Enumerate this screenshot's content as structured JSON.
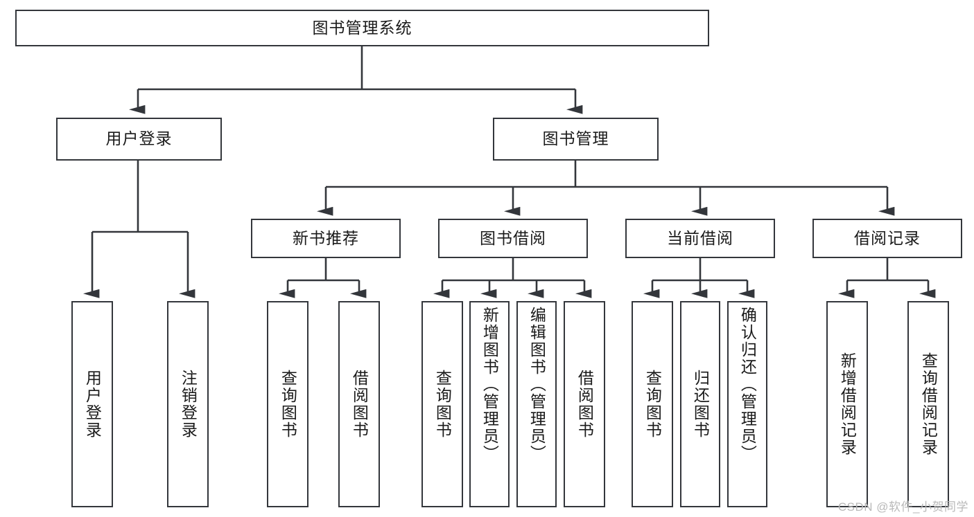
{
  "diagram": {
    "title": "图书管理系统",
    "type": "hierarchy-tree",
    "root": {
      "id": "root",
      "label": "图书管理系统"
    },
    "level2": [
      {
        "id": "user-login",
        "label": "用户登录"
      },
      {
        "id": "book-management",
        "label": "图书管理"
      }
    ],
    "level3": [
      {
        "id": "new-book-recommend",
        "label": "新书推荐"
      },
      {
        "id": "book-borrow",
        "label": "图书借阅"
      },
      {
        "id": "current-borrow",
        "label": "当前借阅"
      },
      {
        "id": "borrow-record",
        "label": "借阅记录"
      }
    ],
    "leaves": {
      "user-login": [
        {
          "id": "leaf-user-login",
          "label": "用户登录"
        },
        {
          "id": "leaf-logout",
          "label": "注销登录"
        }
      ],
      "new-book-recommend": [
        {
          "id": "leaf-query-book-1",
          "label": "查询图书"
        },
        {
          "id": "leaf-borrow-book-1",
          "label": "借阅图书"
        }
      ],
      "book-borrow": [
        {
          "id": "leaf-query-book-2",
          "label": "查询图书"
        },
        {
          "id": "leaf-add-book",
          "label": "新增图书（管理员）"
        },
        {
          "id": "leaf-edit-book",
          "label": "编辑图书（管理员）"
        },
        {
          "id": "leaf-borrow-book-2",
          "label": "借阅图书"
        }
      ],
      "current-borrow": [
        {
          "id": "leaf-query-book-3",
          "label": "查询图书"
        },
        {
          "id": "leaf-return-book",
          "label": "归还图书"
        },
        {
          "id": "leaf-confirm-return",
          "label": "确认归还（管理员）"
        }
      ],
      "borrow-record": [
        {
          "id": "leaf-add-record",
          "label": "新增借阅记录"
        },
        {
          "id": "leaf-query-record",
          "label": "查询借阅记录"
        }
      ]
    }
  },
  "watermark": {
    "text": "CSDN @软件_小贺同学"
  },
  "colors": {
    "border": "#33363b",
    "background": "#ffffff",
    "text": "#1a1a1a",
    "watermark": "#b9b9b9"
  }
}
